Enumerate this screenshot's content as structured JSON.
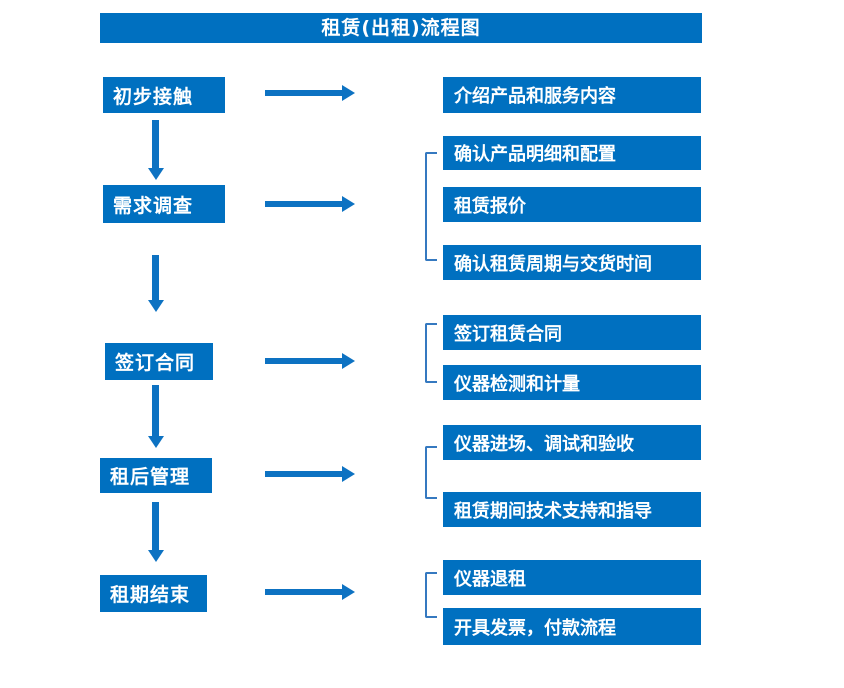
{
  "colors": {
    "background": "#ffffff",
    "box-blue": "#0070c0",
    "arrow-blue": "#0d72c2",
    "bracket-blue": "#3579c0",
    "text-white": "#ffffff"
  },
  "title": {
    "text": "租赁(出租)流程图"
  },
  "flow": {
    "steps": [
      {
        "label": "初步接触",
        "details": [
          "介绍产品和服务内容"
        ]
      },
      {
        "label": "需求调查",
        "details": [
          "确认产品明细和配置",
          "租赁报价",
          "确认租赁周期与交货时间"
        ]
      },
      {
        "label": "签订合同",
        "details": [
          "签订租赁合同",
          "仪器检测和计量"
        ]
      },
      {
        "label": "租后管理",
        "details": [
          "仪器进场、调试和验收",
          "租赁期间技术支持和指导"
        ]
      },
      {
        "label": "租期结束",
        "details": [
          "仪器退租",
          "开具发票，付款流程"
        ]
      }
    ]
  }
}
